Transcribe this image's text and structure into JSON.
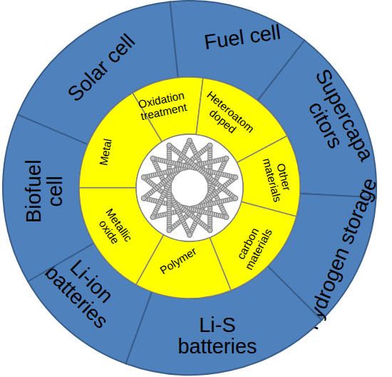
{
  "diagram": {
    "nodes": [
      {
        "text": [
          "Solar cell"
        ]
      },
      {
        "text": [
          "Fuel cell"
        ]
      },
      {
        "text": [
          "Supercapa citors"
        ]
      },
      {
        "text": [
          "hydrogen storage"
        ]
      },
      {
        "text": [
          "Li-S batteries"
        ]
      },
      {
        "text": [
          "Li-ion batteries"
        ]
      },
      {
        "text": [
          "Biofuel cell"
        ]
      },
      {
        "text": [
          "Metal"
        ]
      },
      {
        "text": [
          "Oxidation treatment"
        ]
      },
      {
        "text": [
          "Heteroatom doped"
        ]
      },
      {
        "text": [
          "Other materials"
        ]
      },
      {
        "text": [
          "carbon materials"
        ]
      },
      {
        "text": [
          "Polymer"
        ]
      },
      {
        "text": [
          "Metallic oxide"
        ]
      }
    ]
  }
}
